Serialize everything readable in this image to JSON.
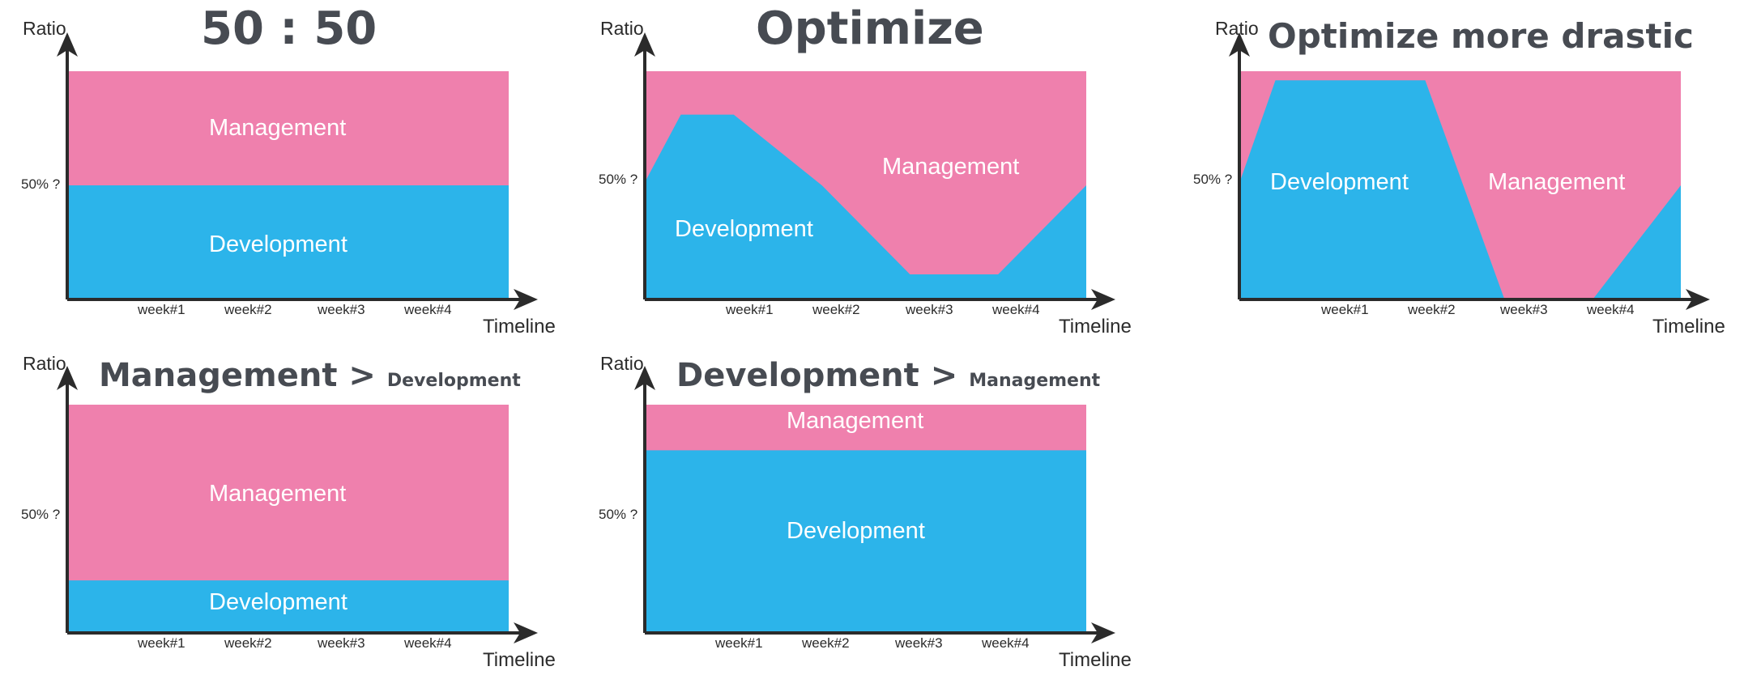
{
  "colors": {
    "management": "#ef80ad",
    "development": "#2cb4ea",
    "axis": "#2b2b2b",
    "title": "#474b52"
  },
  "chart_data": [
    {
      "type": "area",
      "title": "50 : 50",
      "ylabel": "Ratio",
      "xlabel": "Timeline",
      "y_annotation": "50% ?",
      "x_ticks": [
        "week#1",
        "week#2",
        "week#3",
        "week#4"
      ],
      "series": [
        {
          "name": "Management",
          "color": "#ef80ad"
        },
        {
          "name": "Development",
          "color": "#2cb4ea",
          "x": [
            0,
            5
          ],
          "values": [
            50,
            50
          ]
        }
      ],
      "ylim": [
        0,
        100
      ]
    },
    {
      "type": "area",
      "title": "Optimize",
      "ylabel": "Ratio",
      "xlabel": "Timeline",
      "y_annotation": "50% ?",
      "x_ticks": [
        "week#1",
        "week#2",
        "week#3",
        "week#4"
      ],
      "series": [
        {
          "name": "Management",
          "color": "#ef80ad"
        },
        {
          "name": "Development",
          "color": "#2cb4ea",
          "x": [
            0,
            0.4,
            1.0,
            2.0,
            3.0,
            4.0,
            5.0
          ],
          "values": [
            52,
            81,
            81,
            50,
            11,
            11,
            50
          ]
        }
      ],
      "ylim": [
        0,
        100
      ]
    },
    {
      "type": "area",
      "title": "Optimize more drastic",
      "ylabel": "Ratio",
      "xlabel": "Timeline",
      "y_annotation": "50% ?",
      "x_ticks": [
        "week#1",
        "week#2",
        "week#3",
        "week#4"
      ],
      "series": [
        {
          "name": "Development",
          "color": "#2cb4ea",
          "x": [
            0,
            0.4,
            2.1,
            3.0,
            4.0,
            5.0
          ],
          "values": [
            52,
            96,
            96,
            0,
            0,
            50
          ]
        },
        {
          "name": "Management",
          "color": "#ef80ad"
        }
      ],
      "ylim": [
        0,
        100
      ]
    },
    {
      "type": "area",
      "title": "Management >",
      "title_small": "Development",
      "ylabel": "Ratio",
      "xlabel": "Timeline",
      "y_annotation": "50% ?",
      "x_ticks": [
        "week#1",
        "week#2",
        "week#3",
        "week#4"
      ],
      "series": [
        {
          "name": "Management",
          "color": "#ef80ad"
        },
        {
          "name": "Development",
          "color": "#2cb4ea",
          "x": [
            0,
            5
          ],
          "values": [
            23,
            23
          ]
        }
      ],
      "ylim": [
        0,
        100
      ]
    },
    {
      "type": "area",
      "title": "Development >",
      "title_small": "Management",
      "ylabel": "Ratio",
      "xlabel": "Timeline",
      "y_annotation": "50% ?",
      "x_ticks": [
        "week#1",
        "week#2",
        "week#3",
        "week#4"
      ],
      "series": [
        {
          "name": "Management",
          "color": "#ef80ad"
        },
        {
          "name": "Development",
          "color": "#2cb4ea",
          "x": [
            0,
            5
          ],
          "values": [
            80,
            80
          ]
        }
      ],
      "ylim": [
        0,
        100
      ]
    }
  ]
}
